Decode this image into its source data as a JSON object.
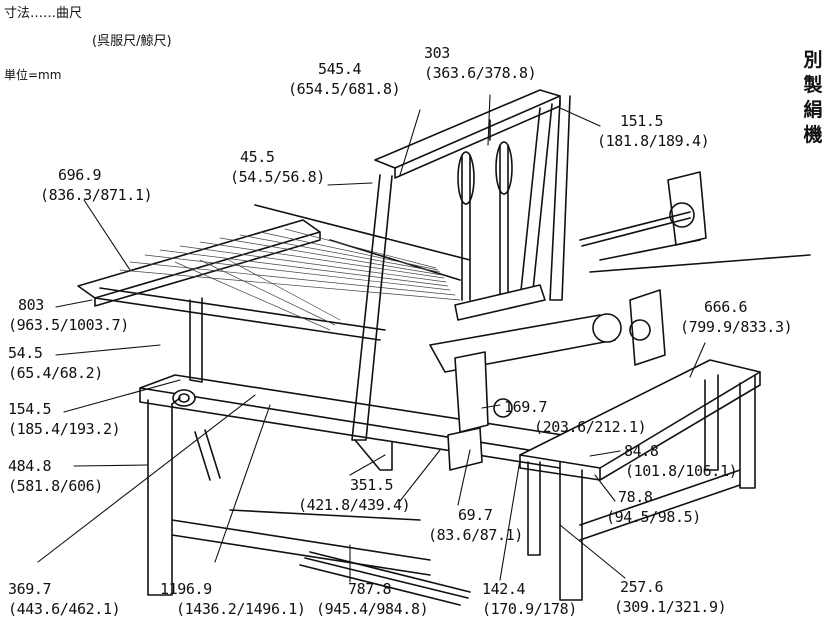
{
  "header": {
    "dimension_note": "寸法……曲尺",
    "dimension_sub": "(呉服尺/鯨尺)",
    "unit": "単位=mm"
  },
  "title_chars": [
    "別",
    "製",
    "絹",
    "機"
  ],
  "labels": {
    "d545_4": "545.4",
    "d545_4_alt": "(654.5/681.8)",
    "d303": "303",
    "d303_alt": "(363.6/378.8)",
    "d151_5": "151.5",
    "d151_5_alt": "(181.8/189.4)",
    "d45_5": "45.5",
    "d45_5_alt": "(54.5/56.8)",
    "d696_9": "696.9",
    "d696_9_alt": "(836.3/871.1)",
    "d803": "803",
    "d803_alt": "(963.5/1003.7)",
    "d54_5": "54.5",
    "d54_5_alt": "(65.4/68.2)",
    "d666_6": "666.6",
    "d666_6_alt": "(799.9/833.3)",
    "d154_5": "154.5",
    "d154_5_alt": "(185.4/193.2)",
    "d169_7": "169.7",
    "d169_7_alt": "(203.6/212.1)",
    "d84_8": "84.8",
    "d84_8_alt": "(101.8/106.1)",
    "d484_8": "484.8",
    "d484_8_alt": "(581.8/606)",
    "d351_5": "351.5",
    "d351_5_alt": "(421.8/439.4)",
    "d69_7": "69.7",
    "d69_7_alt": "(83.6/87.1)",
    "d78_8": "78.8",
    "d78_8_alt": "(94.5/98.5)",
    "d369_7": "369.7",
    "d369_7_alt": "(443.6/462.1)",
    "d1196_9": "1196.9",
    "d1196_9_alt": "(1436.2/1496.1)",
    "d787_8": "787.8",
    "d787_8_alt": "(945.4/984.8)",
    "d142_4": "142.4",
    "d142_4_alt": "(170.9/178)",
    "d257_6": "257.6",
    "d257_6_alt": "(309.1/321.9)"
  }
}
